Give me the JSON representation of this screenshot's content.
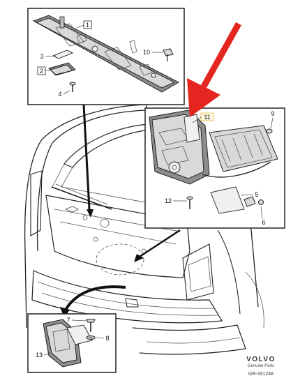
{
  "callouts": {
    "c1": "1",
    "c2": "2",
    "c3": "3",
    "c4": "4",
    "c5": "5",
    "c6": "6",
    "c7": "7",
    "c8": "8",
    "c9": "9",
    "c10": "10",
    "c11": "11",
    "c12": "12",
    "c13": "13"
  },
  "brand": {
    "name": "VOLVO",
    "subtitle": "Genuine Parts",
    "code": "GR-331248"
  },
  "colors": {
    "arrow": "#e5251f",
    "ink": "#222222",
    "part_fill": "#d9d9d9",
    "highlight_box": "#e8c766"
  },
  "icons": {
    "pointer": "red-arrow-icon"
  }
}
